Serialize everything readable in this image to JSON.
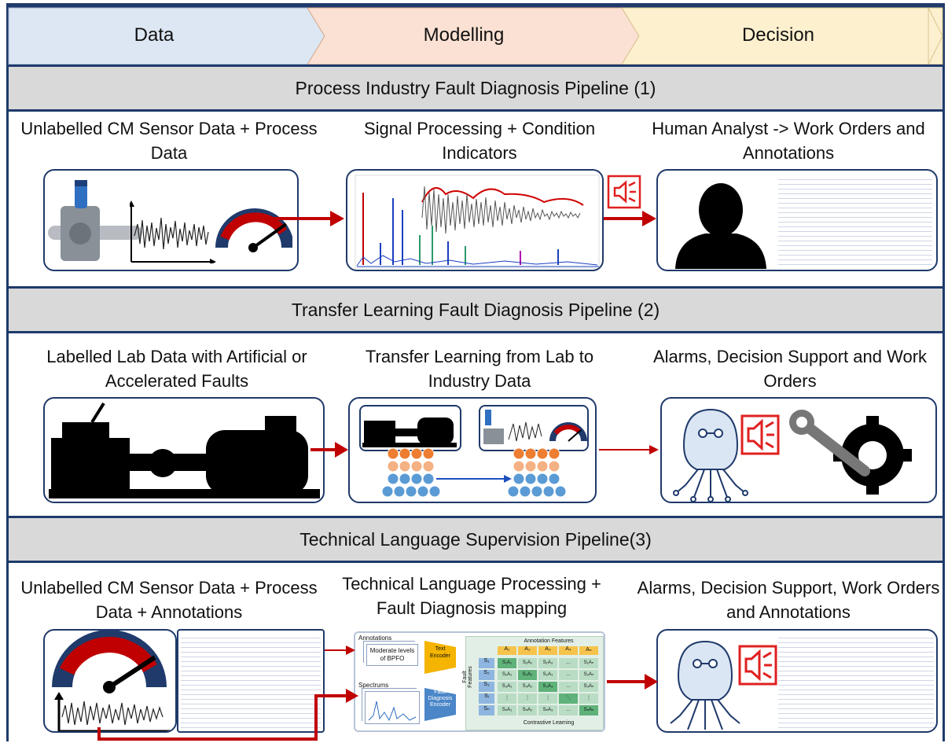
{
  "stages": [
    "Data",
    "Modelling",
    "Decision"
  ],
  "colors": {
    "border": "#1f3a6b",
    "stage_data": "#dde7f3",
    "stage_modelling": "#fbe1d3",
    "stage_decision": "#fdf0cf",
    "band": "#d9d9d9",
    "arrow": "#c00000",
    "alarm": "#e02020"
  },
  "pipelines": [
    {
      "title": "Process Industry Fault Diagnosis Pipeline (1)",
      "steps": [
        "Unlabelled CM Sensor Data + Process Data",
        "Signal Processing + Condition Indicators",
        "Human Analyst -> Work Orders and Annotations"
      ]
    },
    {
      "title": "Transfer Learning Fault Diagnosis Pipeline (2)",
      "steps": [
        "Labelled Lab Data with Artificial or Accelerated Faults",
        "Transfer Learning from Lab to Industry Data",
        "Alarms, Decision Support and Work Orders"
      ]
    },
    {
      "title": "Technical Language Supervision Pipeline(3)",
      "steps": [
        "Unlabelled CM Sensor Data + Process Data + Annotations",
        "Technical Language Processing + Fault Diagnosis mapping",
        "Alarms, Decision Support, Work Orders and Annotations"
      ]
    }
  ],
  "tls_figure": {
    "annotations_label": "Annotations",
    "annotation_text": "Moderate levels of BPFO",
    "spectrums_label": "Spectrums",
    "text_encoder": "Text Encoder",
    "fault_encoder": "Fault Diagnosis Encoder",
    "annotation_features": "Annotation Features",
    "fault_features": "Fault Features",
    "contrastive": "Contrastive Learning",
    "col_headers": [
      "A₁",
      "A₂",
      "A₃",
      "A₄",
      "Aₙ"
    ],
    "row_headers": [
      "S₁",
      "S₂",
      "S₃",
      "Sᵢ",
      "Sₙ"
    ],
    "matrix": [
      [
        "S₁A₁",
        "S₁A₂",
        "S₁A₃",
        "…",
        "S₁Aₙ"
      ],
      [
        "S₂A₁",
        "S₂A₂",
        "S₂A₃",
        "…",
        "S₂Aₙ"
      ],
      [
        "S₃A₁",
        "S₃A₂",
        "S₃A₃",
        "…",
        "S₃Aₙ"
      ],
      [
        "⋮",
        "⋮",
        "⋮",
        "⋱",
        "⋮"
      ],
      [
        "SₙA₁",
        "SₙA₂",
        "SₙA₃",
        "…",
        "SₙAₙ"
      ]
    ]
  }
}
